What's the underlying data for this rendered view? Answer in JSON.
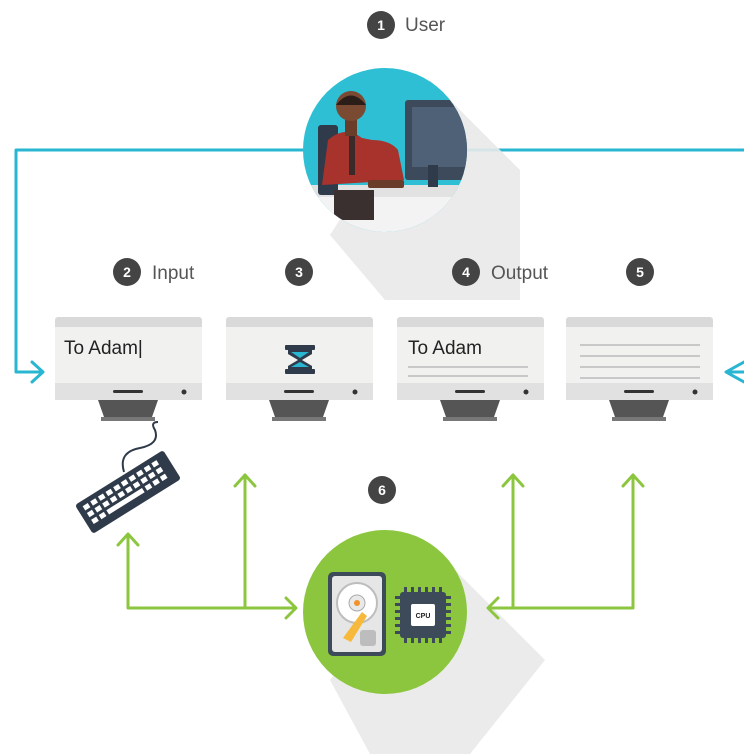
{
  "steps": [
    {
      "number": "1",
      "label": "User"
    },
    {
      "number": "2",
      "label": "Input"
    },
    {
      "number": "3",
      "label": ""
    },
    {
      "number": "4",
      "label": "Output"
    },
    {
      "number": "5",
      "label": ""
    },
    {
      "number": "6",
      "label": ""
    }
  ],
  "screens": {
    "input_text": "To Adam|",
    "output_text": "To Adam"
  },
  "cpu_label": "CPU",
  "colors": {
    "cyan_line": "#29b6d0",
    "green_line": "#8cc63f",
    "badge": "#444444",
    "monitor_screen": "#f1f1ef",
    "monitor_bezel": "#e0e0e0"
  },
  "icons": [
    "user-at-computer-icon",
    "hourglass-icon",
    "keyboard-icon",
    "hard-drive-icon",
    "cpu-chip-icon"
  ]
}
